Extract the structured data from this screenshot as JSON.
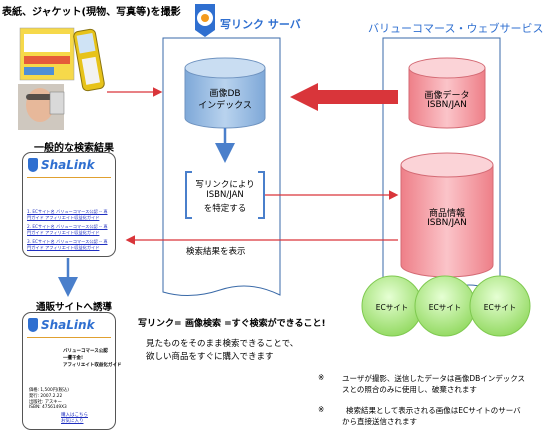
{
  "header": {
    "capture_title": "表紙、ジャケット(現物、写真等)を撮影",
    "server_title": "写リンク サーバ",
    "value_commerce_title": "バリューコマース・ウェブサービス"
  },
  "brand": {
    "logo_text": "ShaLink",
    "logo_small_text": "ShaLink",
    "accent_color": "#2f6fd0",
    "logo_orange": "#f39a1e"
  },
  "left_column": {
    "search_results_title": "一般的な検索結果",
    "result_links": [
      "1. ECサイト名 バリューコマース公認 -- 専門ガイド アフィリエイト収益化ガイド",
      "2. ECサイト名 バリューコマース公認 -- 専門ガイド アフィリエイト収益化ガイド",
      "3. ECサイト名 バリューコマース公認 -- 専門ガイド アフィリエイト収益化ガイド"
    ],
    "mailorder_title": "通販サイトへ誘導",
    "product_title_lines": [
      "バリューコマース公認",
      "一攫千金!",
      "アフィリエイト収益化ガイド"
    ],
    "product_details": [
      "価格: 1,500円(税込)",
      "発行: 2007.2.22",
      "出版社: アスキー",
      "ISBN: 4756149X3"
    ],
    "buy_link": "購入はこちら",
    "other_link": "お気に入り"
  },
  "server": {
    "image_db_line1": "画像DB",
    "image_db_line2": "インデックス",
    "identify_line1": "写リンクにより",
    "identify_line2": "ISBN/JAN",
    "identify_line3": "を特定する",
    "result_label": "検索結果を表示"
  },
  "value_commerce": {
    "image_data_line1": "画像データ",
    "image_data_line2": "ISBN/JAN",
    "product_info_line1": "商品情報",
    "product_info_line2": "ISBN/JAN",
    "ec_sites": [
      "ECサイト",
      "ECサイト",
      "ECサイト"
    ]
  },
  "caption": {
    "prefix": "写リンク=",
    "headline": "画像検索 =すぐ検索ができること!",
    "line1": "見たものをそのまま検索できることで、",
    "line2": "欲しい商品をすぐに購入できます"
  },
  "notes": [
    {
      "mark": "※",
      "line1": "ユーザが撮影、送信したデータは画像DBインデックス",
      "line2": "スとの照合のみに使用し、破棄されます"
    },
    {
      "mark": "※",
      "line1": "検索結果として表示される画像はECサイトのサーバ",
      "line2": "から直接送信されます"
    }
  ],
  "colors": {
    "blue_cylinder": "#9fc1e6",
    "red_cylinder": "#f5a0a7",
    "green_circle": "#b6ea8f",
    "red_arrow": "#d9353a",
    "blue_arrow": "#4a7fcb"
  }
}
